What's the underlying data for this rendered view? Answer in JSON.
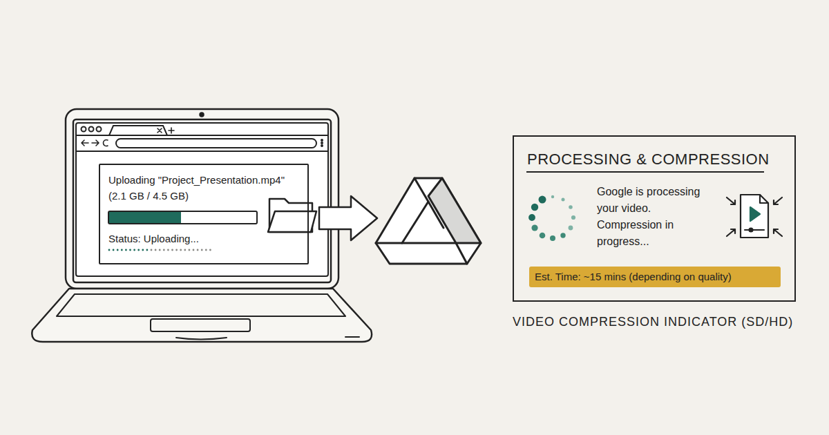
{
  "diagram": {
    "nodes": [
      {
        "text": [
          "Uploading \"Project_Presentation.mp4\"",
          "(2.1 GB / 4.5 GB)",
          "Status: Uploading..."
        ]
      },
      {
        "text": [
          "PROCESSING & COMPRESSION",
          "Google is processing your video. Compression in progress...",
          "VIDEO COMPRESSION INDICATOR (SD/HD)"
        ]
      },
      {
        "text": [
          "Est. Time: ~15 mins (depending on quality)"
        ],
        "in": 1
      }
    ]
  }
}
